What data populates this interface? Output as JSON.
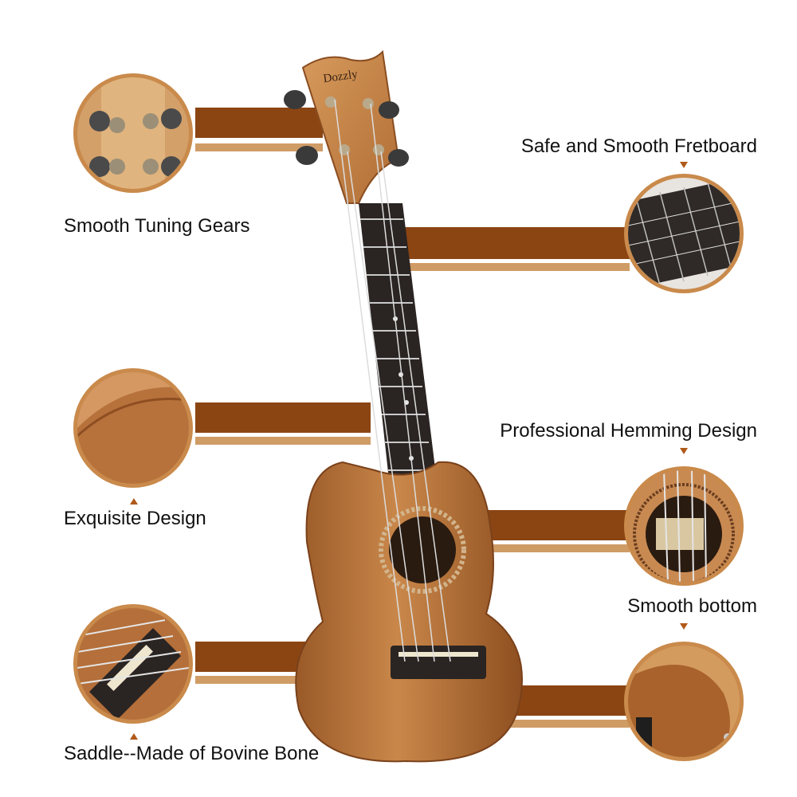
{
  "brand": "Dozzly",
  "features": [
    {
      "label": "Smooth Tuning Gears"
    },
    {
      "label": "Safe and Smooth Fretboard"
    },
    {
      "label": "Exquisite Design"
    },
    {
      "label": "Professional Hemming Design"
    },
    {
      "label": "Smooth bottom"
    },
    {
      "label": "Saddle--Made of Bovine Bone"
    }
  ],
  "colors": {
    "bar_dark": "#8b4513",
    "bar_light": "#cf9c66",
    "circle_border": "#c98a4b",
    "arrow": "#b05a1a",
    "wood": "#b8733a",
    "fretboard": "#2a2422"
  }
}
